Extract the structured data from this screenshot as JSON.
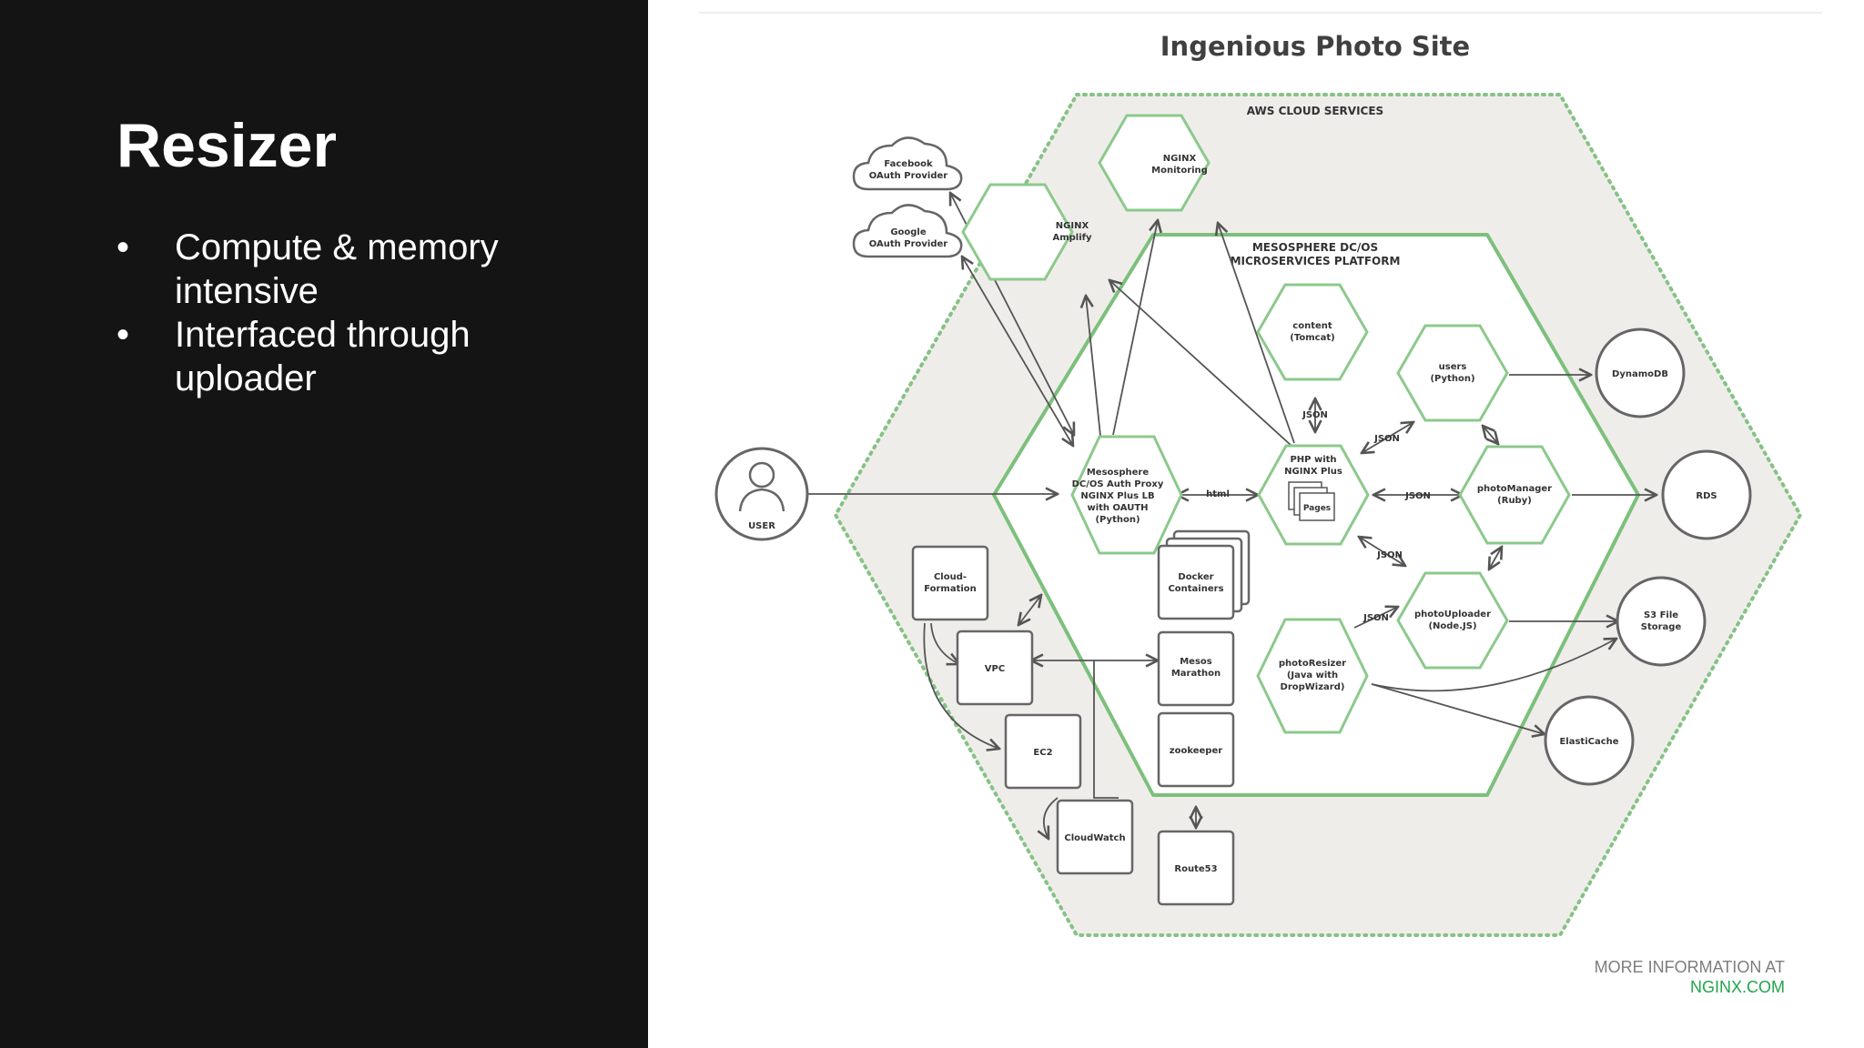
{
  "slide": {
    "title": "Resizer",
    "bullets": [
      "Compute & memory intensive",
      "Interfaced through uploader"
    ],
    "footer": {
      "line1": "MORE INFORMATION AT",
      "line2": "NGINX.COM"
    }
  },
  "diagram": {
    "title": "Ingenious Photo Site",
    "aws_label": "AWS CLOUD SERVICES",
    "mesos_label": [
      "MESOSPHERE DC/OS",
      "MICROSERVICES PLATFORM"
    ],
    "user_label": "USER",
    "clouds": {
      "facebook": [
        "Facebook",
        "OAuth Provider"
      ],
      "google": [
        "Google",
        "OAuth Provider"
      ]
    },
    "hexes": {
      "monitoring": [
        "NGINX",
        "Monitoring"
      ],
      "amplify": [
        "NGINX",
        "Amplify"
      ],
      "auth_proxy": [
        "Mesosphere",
        "DC/OS Auth Proxy",
        "NGINX Plus LB",
        "with OAUTH",
        "(Python)"
      ],
      "content": [
        "content",
        "(Tomcat)"
      ],
      "users": [
        "users",
        "(Python)"
      ],
      "php": [
        "PHP with",
        "NGINX Plus"
      ],
      "pages": "Pages",
      "photomanager": [
        "photoManager",
        "(Ruby)"
      ],
      "photouploader": [
        "photoUploader",
        "(Node.JS)"
      ],
      "photoresizer": [
        "photoResizer",
        "(Java with",
        "DropWizard)"
      ]
    },
    "boxes": {
      "cloudformation": [
        "Cloud-",
        "Formation"
      ],
      "vpc": "VPC",
      "ec2": "EC2",
      "cloudwatch": "CloudWatch",
      "docker": [
        "Docker",
        "Containers"
      ],
      "mesos": [
        "Mesos",
        "Marathon"
      ],
      "zookeeper": "zookeeper",
      "route53": "Route53"
    },
    "stores": {
      "dynamodb": "DynamoDB",
      "rds": "RDS",
      "s3": [
        "S3 File",
        "Storage"
      ],
      "elasticache": "ElastiCache"
    },
    "edge_labels": {
      "html": "html",
      "json": "JSON"
    },
    "colors": {
      "green": "#7cc07c",
      "dark": "#555555",
      "aws_fill": "#efedea",
      "dots": "#86c286",
      "text": "#333333"
    }
  }
}
